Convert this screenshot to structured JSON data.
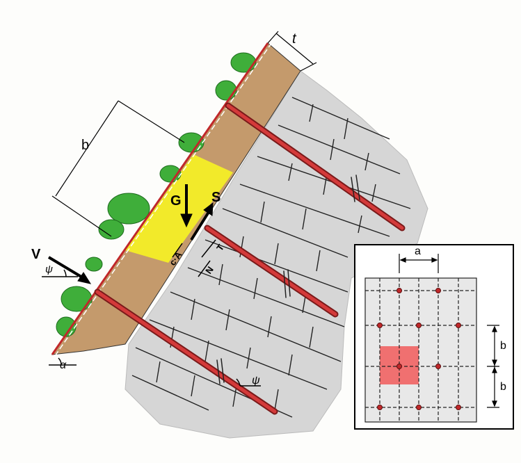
{
  "labels": {
    "thickness": "t",
    "spacing_slope": "b",
    "weight": "G",
    "resistance": "S",
    "anchor_force": "V",
    "anchor_angle_top": "ψ",
    "cohesion": "c·A",
    "normal": "N",
    "tangential": "T",
    "slope_angle": "α",
    "anchor_angle_bottom": "ψ"
  },
  "inset": {
    "spacing_horizontal": "a",
    "spacing_vertical_1": "b",
    "spacing_vertical_2": "b"
  },
  "colors": {
    "soil": "#c49a6c",
    "rock": "#d4d4d4",
    "highlight": "#f2ea2a",
    "anchor": "#c0282a",
    "vegetation": "#3fae3a",
    "influence_area": "#f07070"
  }
}
